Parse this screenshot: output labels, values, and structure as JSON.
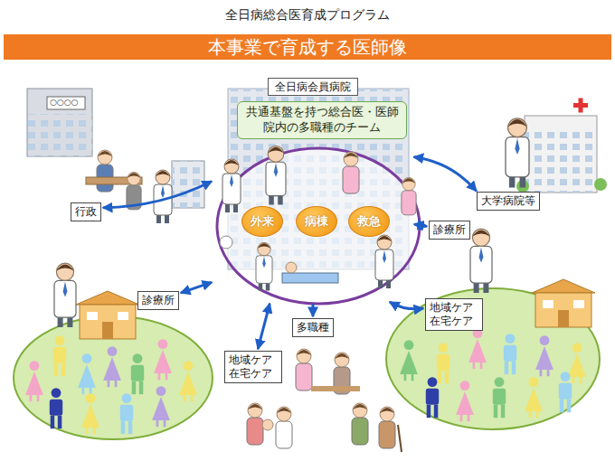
{
  "diagram": {
    "title": "全日病総合医育成プログラム",
    "nodes": [
      {
        "text": [
          "本事業で育成する医師像"
        ]
      },
      {
        "text": [
          "全日病会員病院"
        ]
      },
      {
        "text": [
          "共通基盤を持つ総合医・医師 院内の多職種のチーム"
        ],
        "in": 1
      },
      {
        "text": [
          "外来"
        ],
        "in": 1
      },
      {
        "text": [
          "病棟"
        ],
        "in": 1
      },
      {
        "text": [
          "救急"
        ],
        "in": 1
      },
      {
        "text": [
          "行政"
        ]
      },
      {
        "text": [
          "大学病院等"
        ]
      },
      {
        "text": [
          "診療所"
        ]
      },
      {
        "text": [
          "地域ケア 在宅ケア"
        ]
      },
      {
        "text": [
          "診療所"
        ]
      },
      {
        "text": [
          "地域ケア 在宅ケア"
        ]
      },
      {
        "text": [
          "多職種"
        ]
      }
    ],
    "edges": [
      {
        "from": 1,
        "to": 6,
        "arrow": "both"
      },
      {
        "from": 1,
        "to": 7,
        "arrow": "both"
      },
      {
        "from": 1,
        "to": 8,
        "arrow": "both"
      },
      {
        "from": 1,
        "to": 9,
        "arrow": "both"
      },
      {
        "from": 1,
        "to": 10,
        "arrow": "both"
      },
      {
        "from": 1,
        "to": 11,
        "arrow": "both"
      },
      {
        "from": 1,
        "to": 12,
        "arrow": "to"
      }
    ],
    "labels": [
      "○○○○"
    ]
  }
}
